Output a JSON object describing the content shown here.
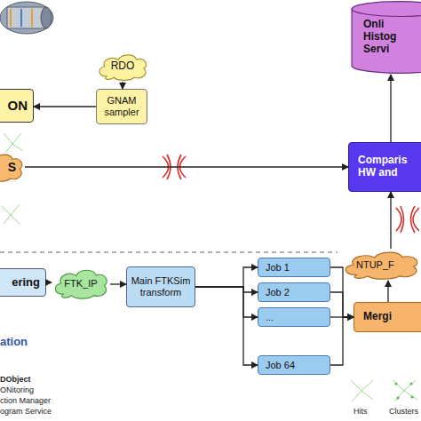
{
  "diagram": {
    "nodes": [
      {
        "text": [
          "ON"
        ]
      },
      {
        "text": [
          "RDO"
        ]
      },
      {
        "text": [
          "GNAM sampler"
        ]
      },
      {
        "text": [
          "Onli Histog Servi"
        ]
      },
      {
        "text": [
          "S"
        ]
      },
      {
        "text": [
          "Comparis HW and"
        ]
      },
      {
        "text": [
          "ering"
        ]
      },
      {
        "text": [
          "FTK_IP"
        ]
      },
      {
        "text": [
          "Main FTKSim transform"
        ]
      },
      {
        "text": [
          "Job 1"
        ]
      },
      {
        "text": [
          "Job 2"
        ]
      },
      {
        "text": [
          "..."
        ]
      },
      {
        "text": [
          "Job 64"
        ]
      },
      {
        "text": [
          "NTUP_F"
        ]
      },
      {
        "text": [
          "Mergi"
        ]
      }
    ],
    "edges": [
      {
        "from": 1,
        "to": 2,
        "arrow": "to"
      },
      {
        "from": 2,
        "to": 0,
        "arrow": "to"
      },
      {
        "from": 4,
        "to": 5,
        "arrow": "to"
      },
      {
        "from": 5,
        "to": 3,
        "arrow": "to"
      },
      {
        "from": 6,
        "to": 7,
        "arrow": "to"
      },
      {
        "from": 7,
        "to": 8,
        "arrow": "to"
      },
      {
        "from": 8,
        "to": 9,
        "arrow": "to"
      },
      {
        "from": 8,
        "to": 10,
        "arrow": "to"
      },
      {
        "from": 8,
        "to": 11,
        "arrow": "to"
      },
      {
        "from": 8,
        "to": 12,
        "arrow": "to"
      },
      {
        "from": 9,
        "to": 14,
        "arrow": "to"
      },
      {
        "from": 10,
        "to": 14,
        "arrow": "to"
      },
      {
        "from": 11,
        "to": 14,
        "arrow": "to"
      },
      {
        "from": 12,
        "to": 14,
        "arrow": "to"
      },
      {
        "from": 14,
        "to": 13,
        "arrow": "to"
      },
      {
        "from": 13,
        "to": 5,
        "arrow": "to"
      }
    ],
    "labels": [
      "ation",
      "DObject",
      "ONitoring",
      "ction Manager",
      "ogram Service",
      "Hits",
      "Clusters"
    ]
  }
}
